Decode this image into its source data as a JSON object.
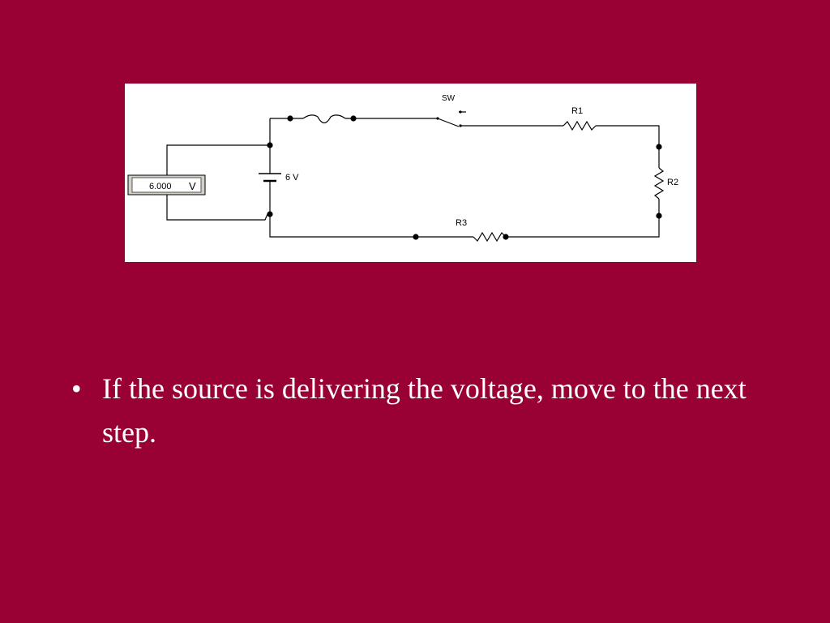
{
  "slide": {
    "background_color": "#990033",
    "bullet_symbol": "•",
    "bullets": [
      {
        "text": "If the source is delivering the voltage, move to the next step."
      }
    ]
  },
  "circuit": {
    "switch_label": "SW",
    "source_label": "6 V",
    "meter_reading": "6.000",
    "meter_unit": "V",
    "resistors": [
      "R1",
      "R2",
      "R3"
    ]
  }
}
